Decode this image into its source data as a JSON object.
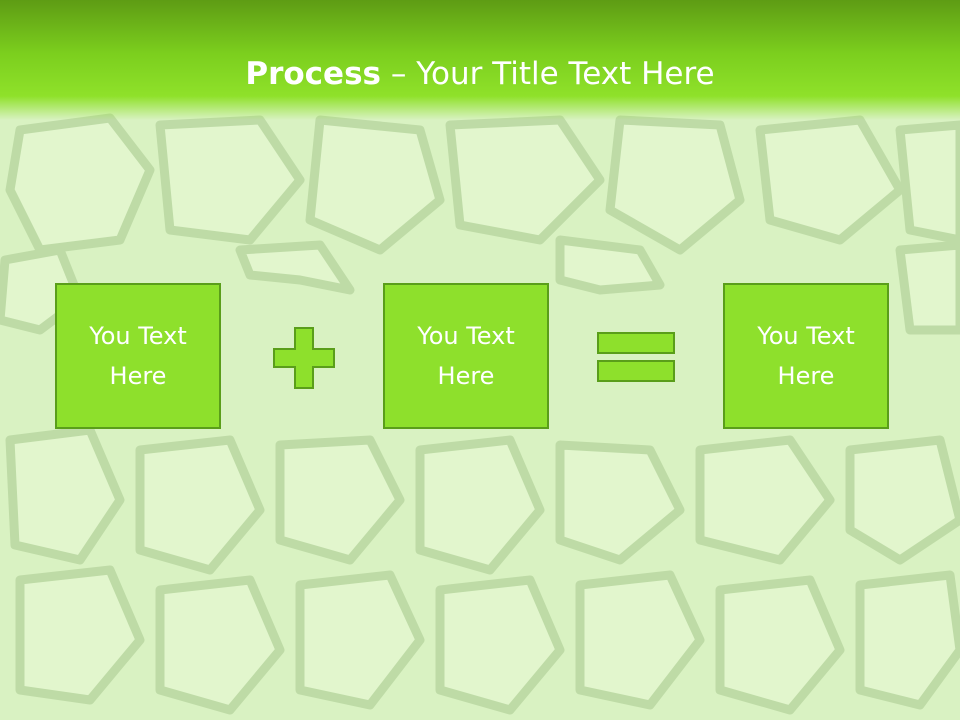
{
  "slide": {
    "title_bold": "Process",
    "title_rest": " – Your Title Text Here"
  },
  "process": {
    "boxes": [
      {
        "text": "You Text Here"
      },
      {
        "text": "You Text Here"
      },
      {
        "text": "You Text Here"
      }
    ],
    "operators": [
      "plus-icon",
      "equals-icon"
    ]
  },
  "colors": {
    "header": "#7ccf1e",
    "box_fill": "#8ee02c",
    "box_border": "#5a9e1a",
    "background": "#d9f2c2"
  }
}
